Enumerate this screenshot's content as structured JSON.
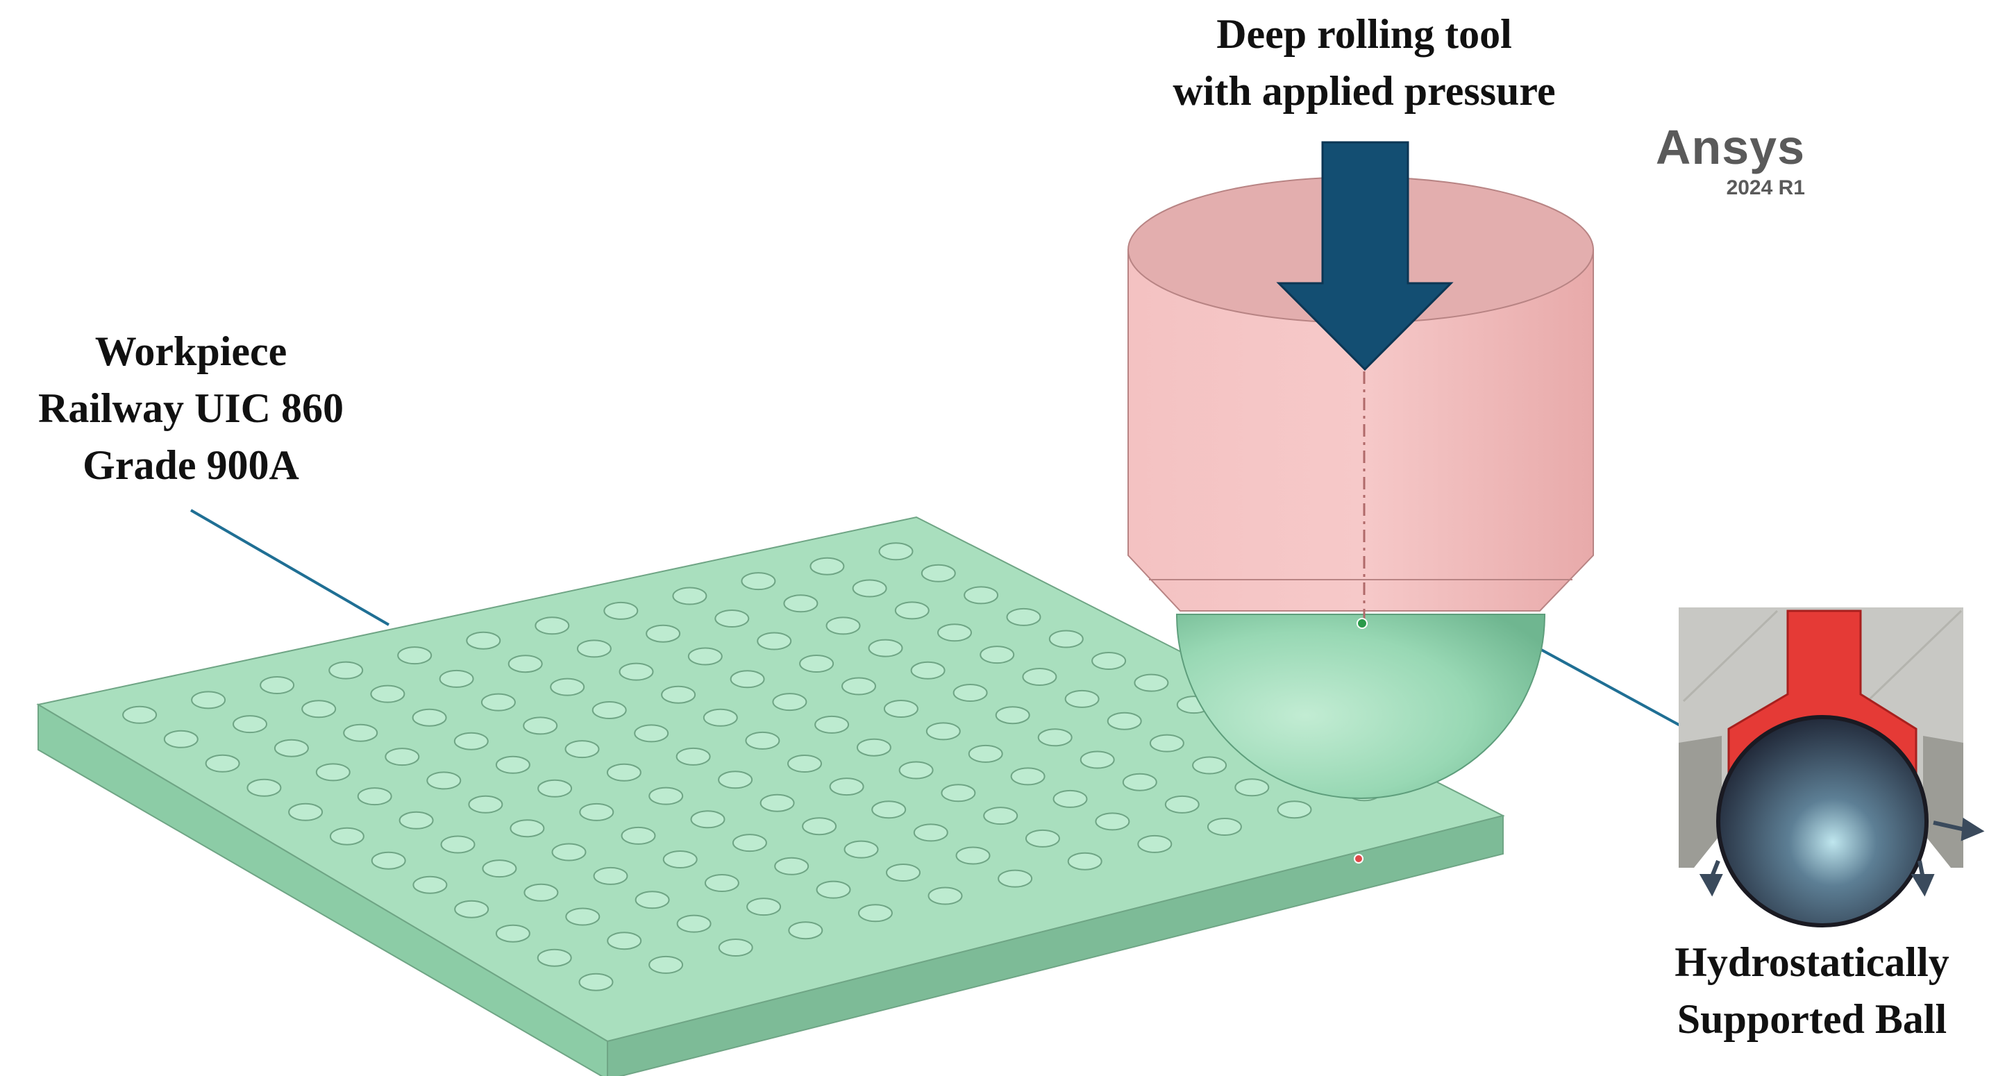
{
  "labels": {
    "workpiece": [
      "Workpiece",
      "Railway UIC 860",
      "Grade 900A"
    ],
    "tool": [
      "Deep rolling tool",
      "with applied pressure"
    ],
    "ball": [
      "Hydrostatically",
      "Supported Ball"
    ]
  },
  "logo": {
    "name": "Ansys",
    "version": "2024 R1"
  },
  "colors": {
    "plate_top": "#a9dfbe",
    "plate_front": "#8ccca6",
    "plate_side": "#7dbb97",
    "tool_body": "#f2b8b8",
    "ball": "#98d8b4",
    "arrow": "#134e72",
    "leader": "#1f6f94",
    "logo": "#5a5a5a"
  },
  "icons": {
    "arrow": "down-arrow",
    "inset": "hydrostatic-ball-cross-section"
  }
}
